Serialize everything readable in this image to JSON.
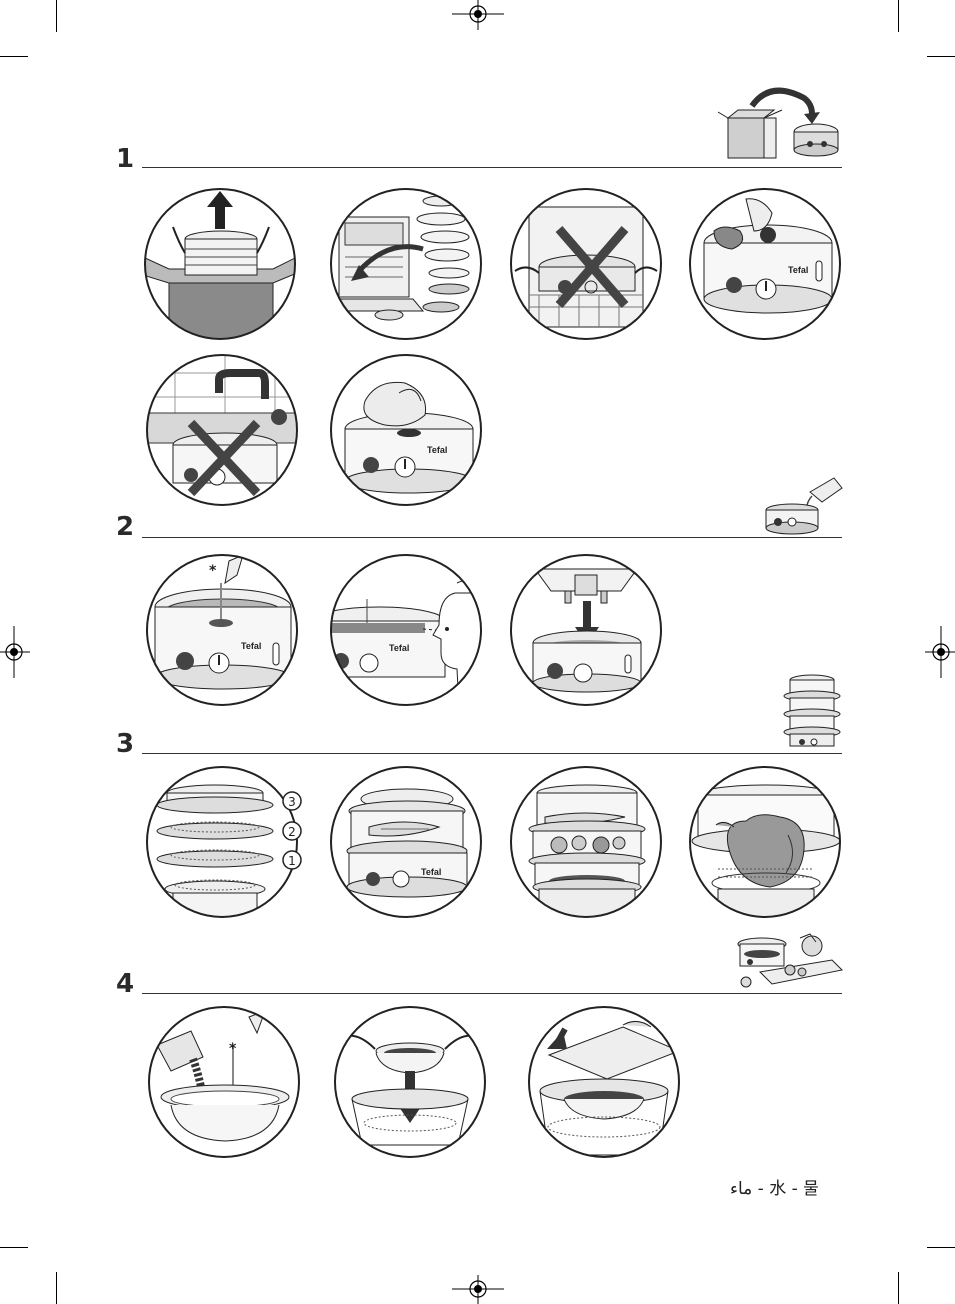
{
  "sections": [
    {
      "number": "1"
    },
    {
      "number": "2"
    },
    {
      "number": "3"
    },
    {
      "number": "4"
    }
  ],
  "callouts": {
    "star_mark": "*",
    "tier_numbers": [
      "3",
      "2",
      "1"
    ],
    "brand_logo_text": "Tefal"
  },
  "footer": {
    "water_legend": "ماء - 水 - 물"
  },
  "colors": {
    "line": "#222222",
    "fill_gray": "#cfcfcf",
    "dark_gray": "#777777",
    "cross": "#444444"
  }
}
